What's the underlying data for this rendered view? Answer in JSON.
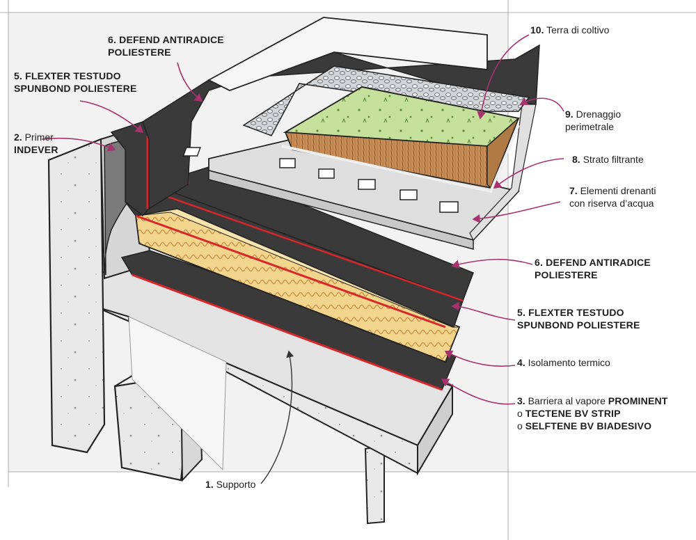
{
  "labels": {
    "l1": {
      "num": "1.",
      "text": "Supporto"
    },
    "l2": {
      "num": "2.",
      "text": "Primer",
      "product": "INDEVER"
    },
    "l3": {
      "num": "3.",
      "text": "Barriera al vapore",
      "product": "PROMINENT",
      "alt1_prefix": "o",
      "alt1": "TECTENE BV STRIP",
      "alt2_prefix": "o",
      "alt2": "SELFTENE BV BIADESIVO"
    },
    "l4": {
      "num": "4.",
      "text": "Isolamento termico"
    },
    "l5a": {
      "line1": "5. FLEXTER TESTUDO",
      "line2": "SPUNBOND POLIESTERE"
    },
    "l5b": {
      "line1": "5. FLEXTER TESTUDO",
      "line2": "SPUNBOND POLIESTERE"
    },
    "l6a": {
      "line1": "6. DEFEND ANTIRADICE",
      "line2": "POLIESTERE"
    },
    "l6b": {
      "line1": "6. DEFEND ANTIRADICE",
      "line2": "POLIESTERE"
    },
    "l7": {
      "num": "7.",
      "line1": "Elementi drenanti",
      "line2": "con riserva d’acqua"
    },
    "l8": {
      "num": "8.",
      "text": "Strato filtrante"
    },
    "l9": {
      "num": "9.",
      "line1": "Drenaggio",
      "line2": "perimetrale"
    },
    "l10": {
      "num": "10.",
      "text": "Terra di coltivo"
    }
  },
  "colors": {
    "membrane_dark": "#3a3a3a",
    "membrane_red": "#d8262a",
    "insulation": "#f2d58c",
    "concrete": "#e6e6e6",
    "soil": "#c98d55",
    "grass": "#c4e09a",
    "gravel": "#c8ccd0",
    "drainage_panel": "#dcdcdc",
    "leader_arrows": "#a8326e"
  }
}
